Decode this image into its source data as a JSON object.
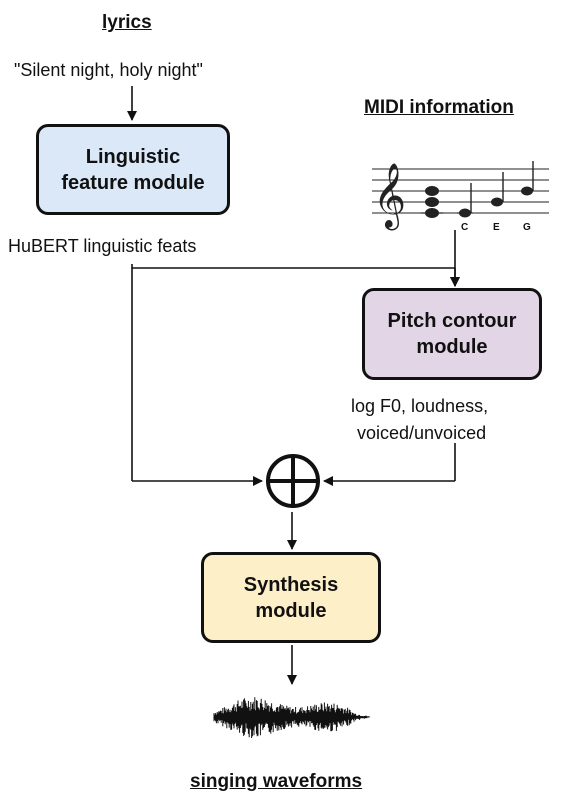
{
  "inputs": {
    "lyrics_title": "lyrics",
    "lyrics_text": "\"Silent night, holy night\"",
    "midi_title": "MIDI information",
    "note_labels": [
      "C",
      "E",
      "G"
    ]
  },
  "modules": {
    "linguistic": {
      "line1": "Linguistic",
      "line2": "feature module",
      "color": "#dbe8f8"
    },
    "pitch": {
      "line1": "Pitch contour",
      "line2": "module",
      "color": "#e2d5e5"
    },
    "synthesis": {
      "line1": "Synthesis",
      "line2": "module",
      "color": "#fdf0c8"
    }
  },
  "features": {
    "hubert": "HuBERT linguistic feats",
    "pitch_line1": "log F0, loudness,",
    "pitch_line2": "voiced/unvoiced"
  },
  "combine_symbol": "⊕",
  "output": {
    "title": "singing waveforms"
  }
}
